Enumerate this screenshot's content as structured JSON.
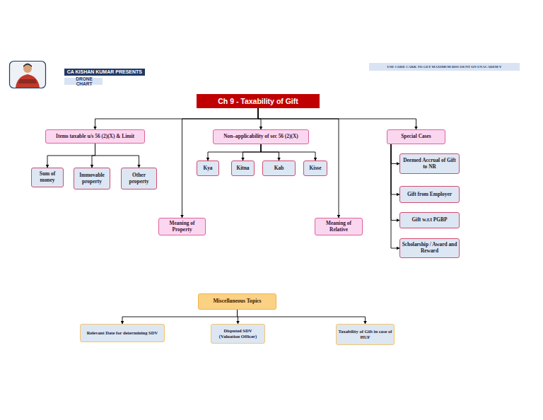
{
  "diagram": {
    "nodes": [
      {
        "text": [
          "CA KISHAN KUMAR PRESENTS"
        ]
      },
      {
        "text": [
          "DRONE CHART"
        ]
      },
      {
        "text": [
          "USE CODE CAKK TO GET MAXIMUM DISCOUNT ON UNACADEM Y"
        ]
      },
      {
        "text": [
          "Ch 9 - Taxability of Gift"
        ]
      },
      {
        "text": [
          "Items taxable u/s 56 (2)(X) & Limit"
        ]
      },
      {
        "text": [
          "Non–applicability of sec 56 (2)(X)"
        ]
      },
      {
        "text": [
          "Special Cases"
        ]
      },
      {
        "text": [
          "Sum of money"
        ]
      },
      {
        "text": [
          "Immovable property"
        ]
      },
      {
        "text": [
          "Other property"
        ]
      },
      {
        "text": [
          "Kya"
        ]
      },
      {
        "text": [
          "Kitna"
        ]
      },
      {
        "text": [
          "Kab"
        ]
      },
      {
        "text": [
          "Kisse"
        ]
      },
      {
        "text": [
          "Deemed Accrual of Gift to NR"
        ]
      },
      {
        "text": [
          "Gift from Employer"
        ]
      },
      {
        "text": [
          "Gift w.r.t PGBP"
        ]
      },
      {
        "text": [
          "Scholarship / Award and Reward"
        ]
      },
      {
        "text": [
          "Meaning of Property"
        ]
      },
      {
        "text": [
          "Meaning of Relative"
        ]
      },
      {
        "text": [
          "Miscellaneous Topics"
        ]
      },
      {
        "text": [
          "Relevant Date for determining SDV"
        ]
      },
      {
        "text": [
          "Disputed SDV (Valuation Officer)"
        ]
      },
      {
        "text": [
          "Taxability of Gift in case of HUF"
        ]
      }
    ],
    "edges": [
      {
        "from": 3,
        "to": 4,
        "arrow": "to"
      },
      {
        "from": 3,
        "to": 18,
        "arrow": "to"
      },
      {
        "from": 3,
        "to": 5,
        "arrow": "to"
      },
      {
        "from": 3,
        "to": 19,
        "arrow": "to"
      },
      {
        "from": 3,
        "to": 6,
        "arrow": "to"
      },
      {
        "from": 4,
        "to": 7,
        "arrow": "to"
      },
      {
        "from": 4,
        "to": 8,
        "arrow": "to"
      },
      {
        "from": 4,
        "to": 9,
        "arrow": "to"
      },
      {
        "from": 5,
        "to": 10,
        "arrow": "to"
      },
      {
        "from": 5,
        "to": 11,
        "arrow": "to"
      },
      {
        "from": 5,
        "to": 12,
        "arrow": "to"
      },
      {
        "from": 5,
        "to": 13,
        "arrow": "to"
      },
      {
        "from": 6,
        "to": 14,
        "arrow": "to"
      },
      {
        "from": 6,
        "to": 15,
        "arrow": "to"
      },
      {
        "from": 6,
        "to": 16,
        "arrow": "to"
      },
      {
        "from": 6,
        "to": 17,
        "arrow": "to"
      },
      {
        "from": 20,
        "to": 21,
        "arrow": "to"
      },
      {
        "from": 20,
        "to": 22,
        "arrow": "to"
      },
      {
        "from": 20,
        "to": 23,
        "arrow": "to"
      }
    ]
  }
}
